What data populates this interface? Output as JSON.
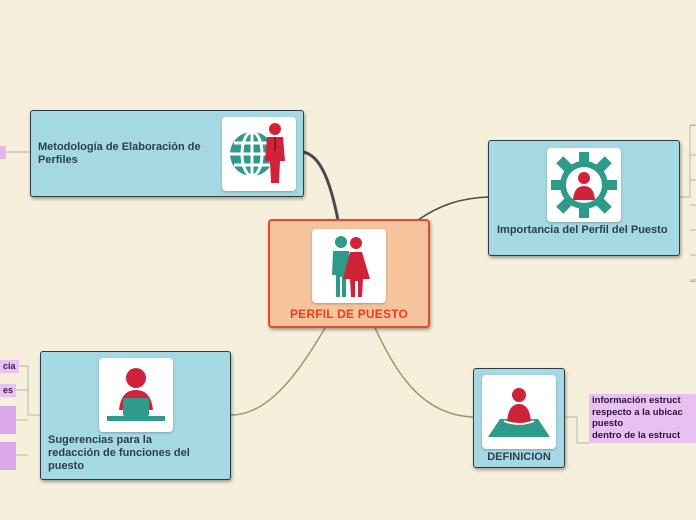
{
  "central": {
    "label": "PERFIL DE PUESTO"
  },
  "nodes": {
    "metodologia": {
      "label": "Metodología de Elaboración de Perfiles"
    },
    "importancia": {
      "label": "Importancia del Perfil del Puesto"
    },
    "sugerencias": {
      "label": "Sugerencias para la redacción de funciones del puesto"
    },
    "definicion": {
      "label": "DEFINICION"
    }
  },
  "definicion_note": "información estruct\nrespecto a la ubicac\npuesto\ndentro de la estruct",
  "left_fragments": [
    "cia",
    "es"
  ],
  "colors": {
    "background": "#f5efdc",
    "node": "#a4d8e3",
    "central": "#f5c49d",
    "central_border": "#e8482a",
    "accent_red": "#d0233a",
    "accent_teal": "#2e9a8a",
    "note": "#e9c0f1"
  },
  "icons": {
    "central": "couple-icon",
    "metodologia": "globe-person-icon",
    "importancia": "gear-person-icon",
    "sugerencias": "desk-worker-icon",
    "definicion": "meeting-person-icon"
  }
}
